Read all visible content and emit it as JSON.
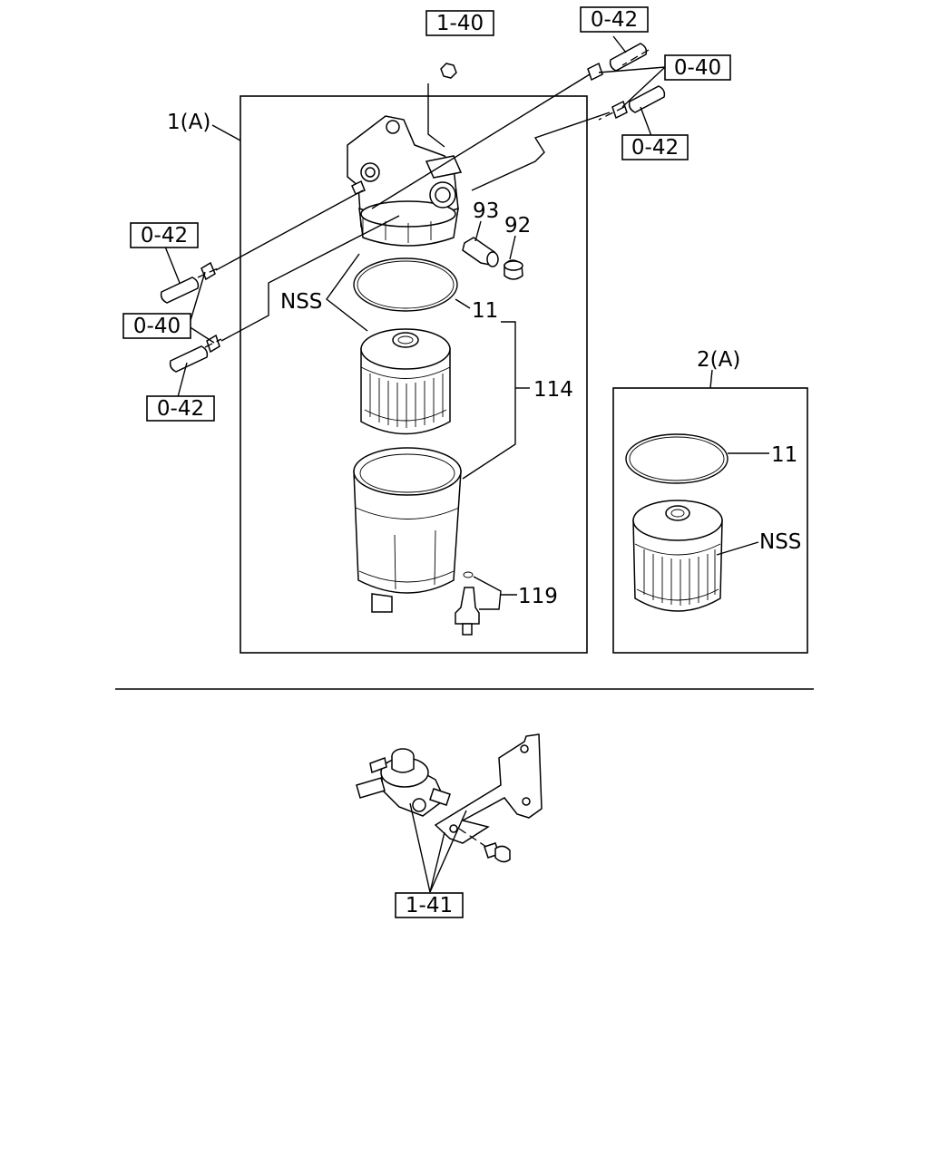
{
  "labels": {
    "ref_1_40": "1-40",
    "ref_0_42_top": "0-42",
    "ref_0_40_top": "0-40",
    "ref_0_42_right": "0-42",
    "ref_0_42_left_top": "0-42",
    "ref_0_40_left": "0-40",
    "ref_0_42_left_bottom": "0-42",
    "ref_1_41": "1-41",
    "assembly_1a": "1(A)",
    "assembly_2a": "2(A)",
    "part_93": "93",
    "part_92": "92",
    "nss_main": "NSS",
    "part_11_main": "11",
    "part_114": "114",
    "part_119": "119",
    "part_11_kit": "11",
    "nss_kit": "NSS"
  }
}
